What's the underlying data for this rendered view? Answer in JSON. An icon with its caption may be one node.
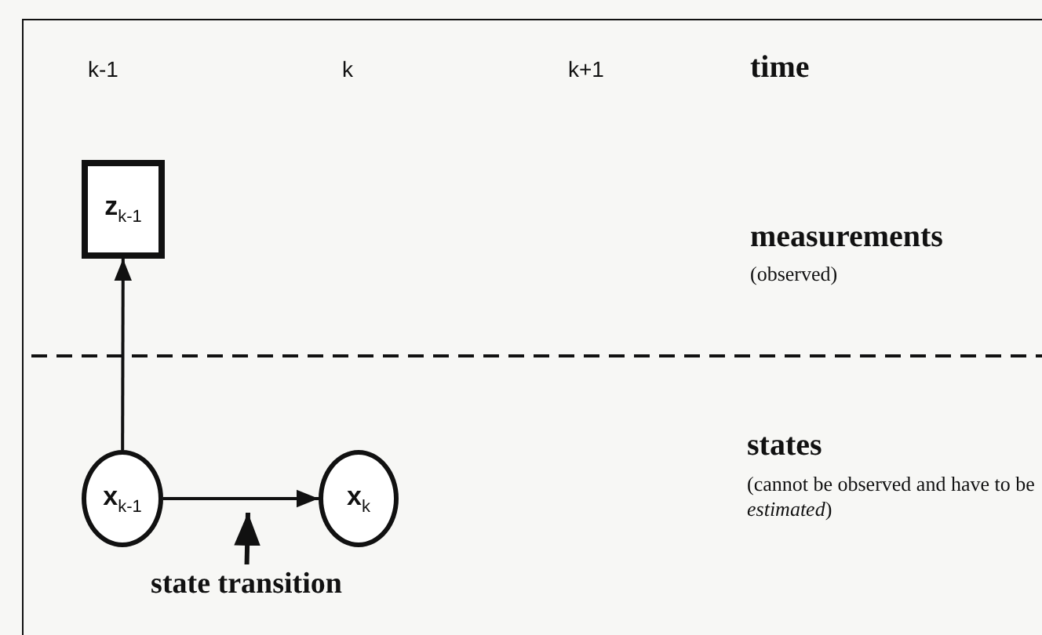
{
  "diagram": {
    "nodes": [
      {
        "text": [
          "z$_{k-1}$"
        ]
      },
      {
        "text": [
          "x$_{k-1}$"
        ]
      },
      {
        "text": [
          "x$_{k}$"
        ]
      },
      {
        "text": [
          "state transition"
        ]
      }
    ],
    "edges": [
      {
        "from": 1,
        "to": 0,
        "arrow": "to"
      },
      {
        "from": 1,
        "to": 2,
        "arrow": "to"
      },
      {
        "from": 3,
        "to": null,
        "arrow": "to"
      }
    ],
    "labels": [
      "k-1",
      "k",
      "k+1",
      "time",
      "measurements",
      "(observed)",
      "states",
      "(cannot be observed and have to be *estimated*)"
    ]
  }
}
